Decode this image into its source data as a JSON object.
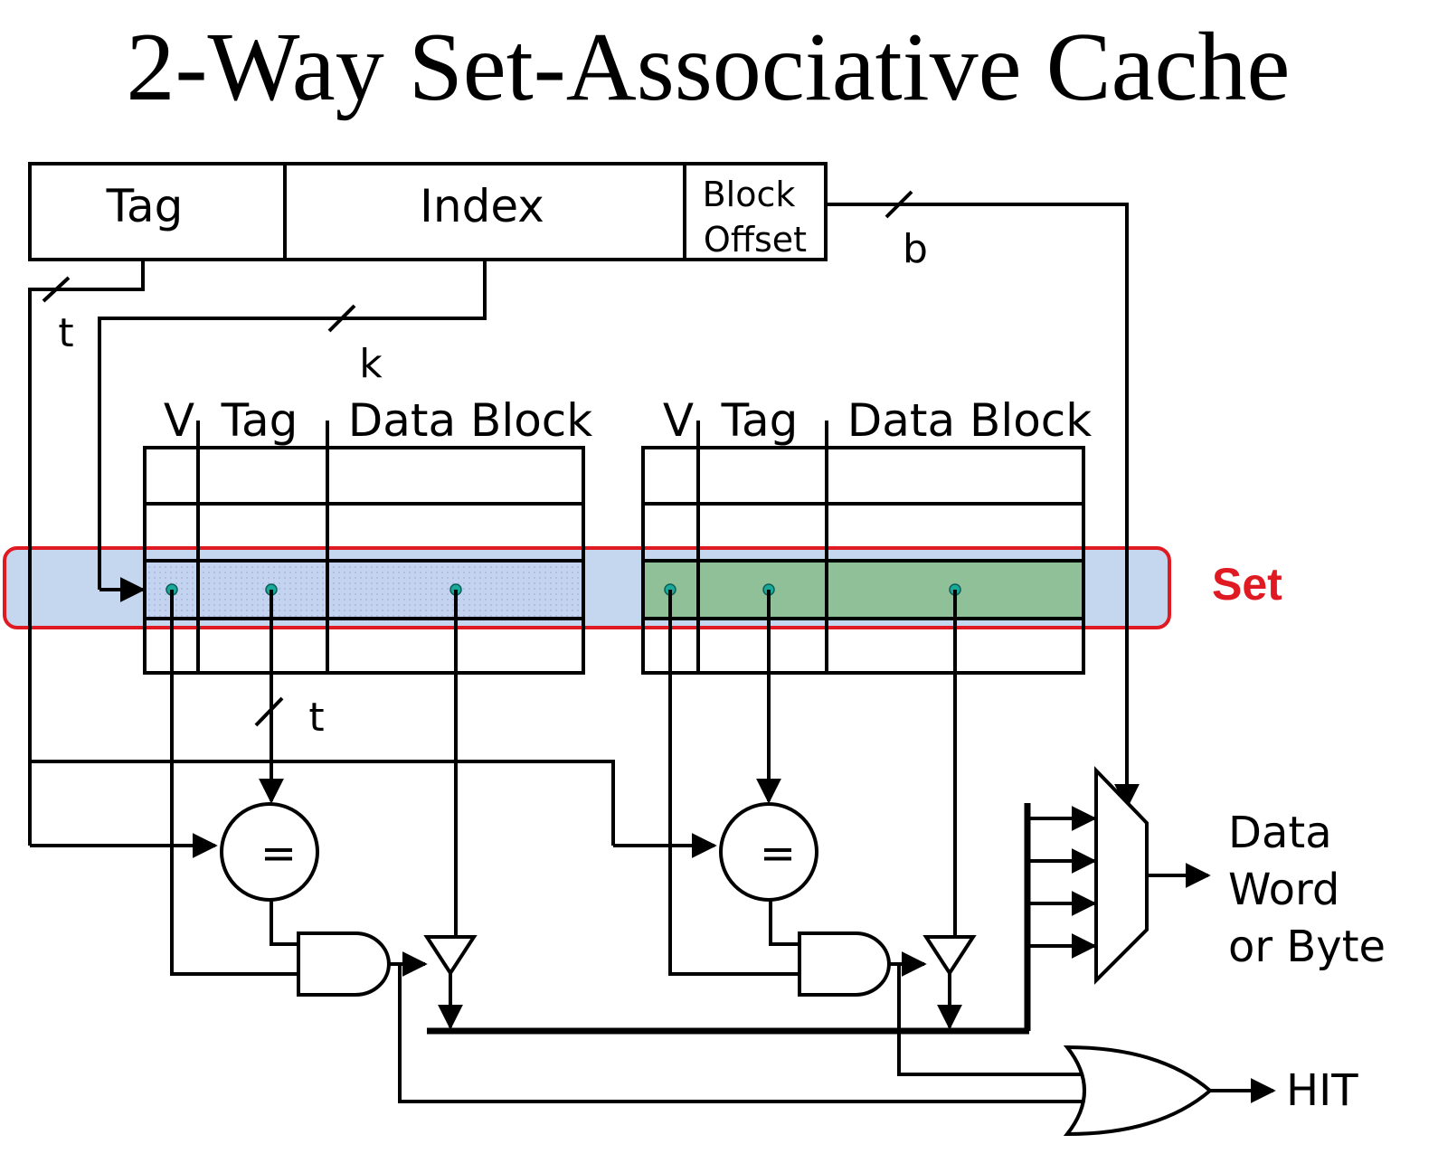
{
  "title": "2-Way Set-Associative Cache",
  "address": {
    "tag": "Tag",
    "index": "Index",
    "block_offset_line1": "Block",
    "block_offset_line2": "Offset"
  },
  "bus_widths": {
    "tag": "t",
    "index": "k",
    "offset": "b",
    "stored_tag": "t"
  },
  "ways": [
    {
      "v": "V",
      "tag": "Tag",
      "data": "Data Block"
    },
    {
      "v": "V",
      "tag": "Tag",
      "data": "Data Block"
    }
  ],
  "set_label": "Set",
  "comparator_symbol": "=",
  "output": {
    "line1": "Data",
    "line2": "Word",
    "line3": "or Byte"
  },
  "hit": "HIT",
  "colors": {
    "set_highlight": "#c5d7ee",
    "set_border": "#e01a22",
    "way1_selected": "#c4d3ef",
    "way2_selected": "#8fc097"
  }
}
